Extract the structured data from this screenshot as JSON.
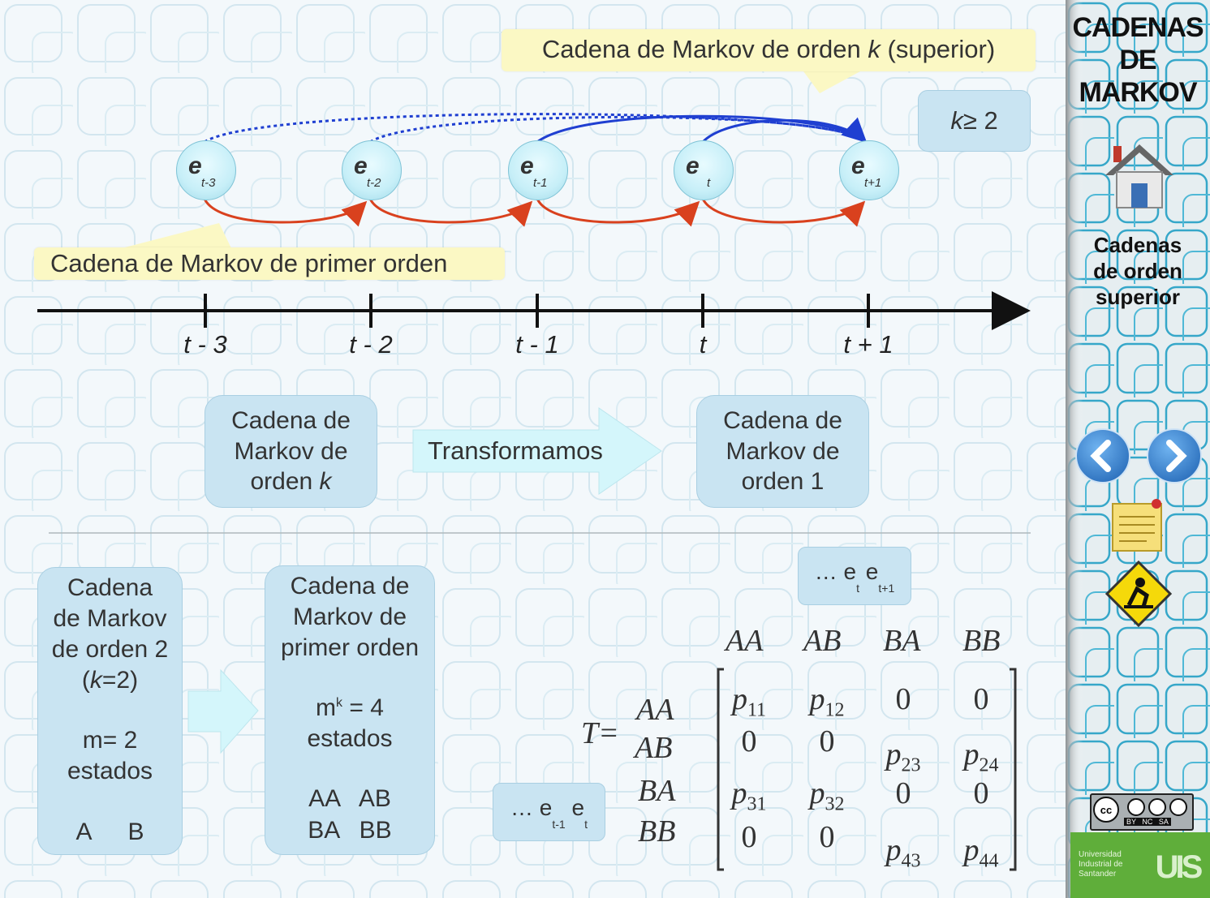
{
  "top_callout": {
    "text_a": "Cadena de Markov de orden ",
    "text_k": "k",
    "text_b": " (superior)"
  },
  "k_box": {
    "k": "k",
    "rest": " ≥ 2"
  },
  "first_order_callout": "Cadena de Markov de primer orden",
  "nodes": [
    {
      "e": "e",
      "sub": "t-3"
    },
    {
      "e": "e",
      "sub": "t-2"
    },
    {
      "e": "e",
      "sub": "t-1"
    },
    {
      "e": "e",
      "sub": "t"
    },
    {
      "e": "e",
      "sub": "t+1"
    }
  ],
  "timeline_labels": [
    "t - 3",
    "t - 2",
    "t - 1",
    "t",
    "t + 1"
  ],
  "transform_row": {
    "left_box": {
      "l1": "Cadena de",
      "l2": "Markov de",
      "l3": "orden ",
      "k": "k"
    },
    "arrow_label": "Transformamos",
    "right_box": {
      "l1": "Cadena de",
      "l2": "Markov de",
      "l3": "orden 1"
    }
  },
  "order2_box": {
    "l1": "Cadena",
    "l2": "de Markov",
    "l3": "de orden 2",
    "l4a": "(",
    "l4k": "k",
    "l4b": "=2)",
    "l5": "m= 2",
    "l6": "estados",
    "s1": "A",
    "s2": "B"
  },
  "first_order_box": {
    "l1": "Cadena de",
    "l2": "Markov de",
    "l3": "primer orden",
    "m": "m",
    "sup": "k",
    "eq": " = 4",
    "l5": "estados",
    "r1": "AA   AB",
    "r2": "BA   BB"
  },
  "col_tag": {
    "dots": "… e",
    "s1": "t",
    "e2": " e",
    "s2": "t+1"
  },
  "row_tag": {
    "dots": "… e",
    "s1": "t-1",
    "e2": " e",
    "s2": "t"
  },
  "matrix": {
    "name": "T=",
    "col_headers": [
      "AA",
      "AB",
      "BA",
      "BB"
    ],
    "row_headers": [
      "AA",
      "AB",
      "BA",
      "BB"
    ],
    "cells": [
      [
        "p|11",
        "p|12",
        "0",
        "0"
      ],
      [
        "0",
        "0",
        "p|23",
        "p|24"
      ],
      [
        "p|31",
        "p|32",
        "0",
        "0"
      ],
      [
        "0",
        "0",
        "p|43",
        "p|44"
      ]
    ]
  },
  "sidebar": {
    "title_l1": "CADENAS",
    "title_l2": "DE",
    "title_l3": "MARKOV",
    "section_l1": "Cadenas",
    "section_l2": "de orden",
    "section_l3": "superior",
    "cc_text": "BY   NC   SA",
    "uni_l1": "Universidad",
    "uni_l2": "Industrial de",
    "uni_l3": "Santander",
    "uis": "UIS"
  },
  "colors": {
    "red_arrow": "#d9411e",
    "blue_arrow": "#1f3fd1",
    "box_fill": "#c9e4f2",
    "arrow_fill": "#d4f6fb",
    "callout_fill": "#fbf8c4",
    "uis_green": "#5fae3a"
  }
}
